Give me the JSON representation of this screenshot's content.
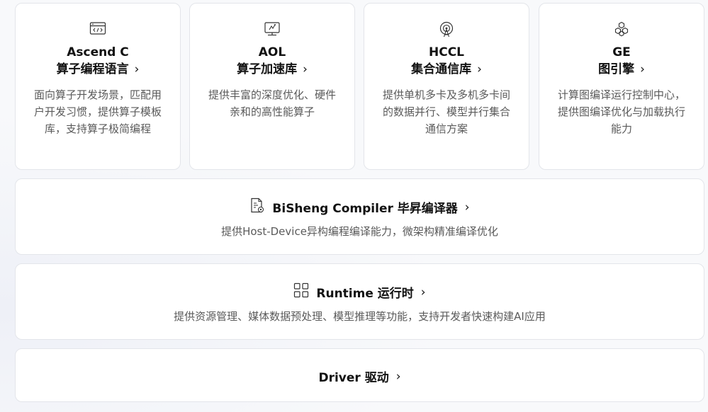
{
  "cards": [
    {
      "icon": "code-window-icon",
      "title": "Ascend C",
      "subtitle": "算子编程语言",
      "chevron": "›",
      "description": "面向算子开发场景，匹配用户开发习惯，提供算子模板库，支持算子极简编程"
    },
    {
      "icon": "operator-library-icon",
      "title": "AOL",
      "subtitle": "算子加速库",
      "chevron": "›",
      "description": "提供丰富的深度优化、硬件亲和的高性能算子"
    },
    {
      "icon": "communication-tower-icon",
      "title": "HCCL",
      "subtitle": "集合通信库",
      "chevron": "›",
      "description": "提供单机多卡及多机多卡间的数据并行、模型并行集合通信方案"
    },
    {
      "icon": "hexagon-cluster-icon",
      "title": "GE",
      "subtitle": "图引擎",
      "chevron": "›",
      "description": "计算图编译运行控制中心，提供图编译优化与加载执行能力"
    }
  ],
  "bisheng": {
    "icon": "compiler-document-icon",
    "title": "BiSheng Compiler 毕昇编译器",
    "chevron": "›",
    "description": "提供Host-Device异构编程编译能力，微架构精准编译优化"
  },
  "runtime": {
    "icon": "grid-app-icon",
    "title": "Runtime 运行时",
    "chevron": "›",
    "description": "提供资源管理、媒体数据预处理、模型推理等功能，支持开发者快速构建AI应用"
  },
  "driver": {
    "title": "Driver 驱动",
    "chevron": "›"
  }
}
